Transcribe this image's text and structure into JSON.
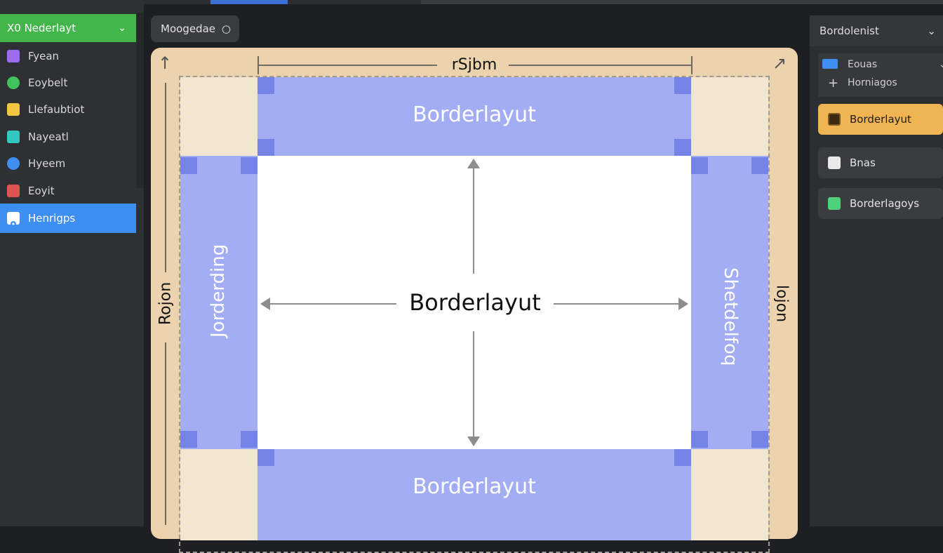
{
  "sidebar": {
    "header": {
      "label": "X0 Nederlayt"
    },
    "items": [
      {
        "label": "Fyean",
        "icon": "purple-square-icon",
        "color": "#9b6cf0"
      },
      {
        "label": "Eoybelt",
        "icon": "green-circle-icon",
        "color": "#3fc35a"
      },
      {
        "label": "Llefaubtiot",
        "icon": "yellow-square-icon",
        "color": "#f1c643"
      },
      {
        "label": "Nayeatl",
        "icon": "teal-square-icon",
        "color": "#33c7c2"
      },
      {
        "label": "Hyeem",
        "icon": "blue-circle-icon",
        "color": "#3f8ff0"
      },
      {
        "label": "Eoyit",
        "icon": "red-square-icon",
        "color": "#e25252"
      },
      {
        "label": "Henrigps",
        "icon": "gear-icon",
        "color": "#ffffff"
      }
    ],
    "active_index": 6
  },
  "toolbar": {
    "chip_label": "Moogedae"
  },
  "canvas": {
    "top_dimension": "rSjbm",
    "left_dimension": "Rojon",
    "right_dimension": "lojon",
    "north_label": "Borderlayut",
    "center_label": "Borderlayut",
    "south_label": "Borderlayut",
    "west_label": "Jorderding",
    "east_label": "Shetdelfoq"
  },
  "right_panel": {
    "header": "Bordolenist",
    "tree": {
      "row1": "Eouas",
      "row2": "Horniagos"
    },
    "items": [
      {
        "label": "Borderlayut",
        "selected": true
      },
      {
        "label": "Bnas",
        "selected": false
      },
      {
        "label": "Borderlagoys",
        "selected": false
      }
    ]
  },
  "colors": {
    "accent_green": "#43b54a",
    "accent_blue": "#3c8ff0",
    "region_blue": "#a3adf4",
    "canvas_tan": "#ecd3ad",
    "selected_orange": "#f0b552"
  }
}
